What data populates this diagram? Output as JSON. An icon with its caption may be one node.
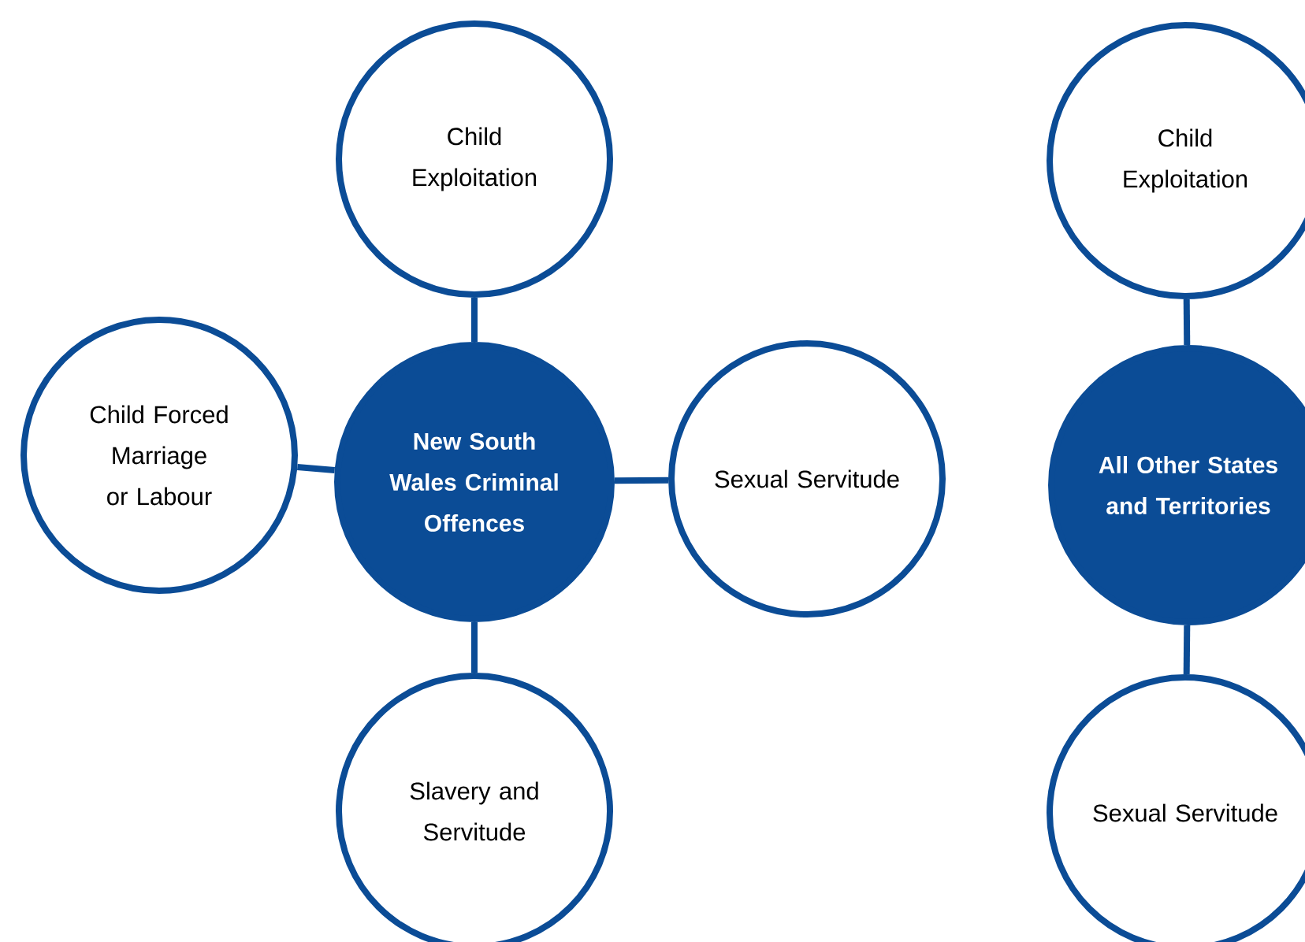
{
  "diagram": {
    "nodes": [
      {
        "text": [
          "Child Exploitation"
        ]
      },
      {
        "text": [
          "Child Forced Marriage or Labour"
        ]
      },
      {
        "text": [
          "New South Wales Criminal Offences"
        ]
      },
      {
        "text": [
          "Sexual Servitude"
        ]
      },
      {
        "text": [
          "Slavery and Servitude"
        ]
      },
      {
        "text": [
          "Child Exploitation"
        ]
      },
      {
        "text": [
          "All Other States and Territories"
        ]
      },
      {
        "text": [
          "Sexual Servitude"
        ]
      }
    ],
    "edges": [
      {
        "from": 2,
        "to": 0,
        "arrow": "none"
      },
      {
        "from": 2,
        "to": 1,
        "arrow": "none"
      },
      {
        "from": 2,
        "to": 3,
        "arrow": "none"
      },
      {
        "from": 2,
        "to": 4,
        "arrow": "none"
      },
      {
        "from": 6,
        "to": 5,
        "arrow": "none"
      },
      {
        "from": 6,
        "to": 7,
        "arrow": "none"
      }
    ]
  }
}
